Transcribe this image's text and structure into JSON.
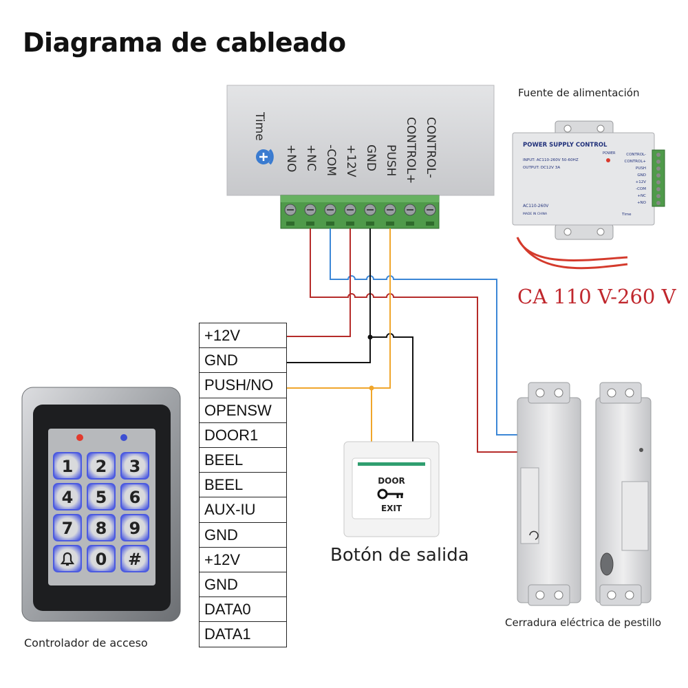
{
  "title": "Diagrama de cableado",
  "power_supply": {
    "caption": "Fuente de alimentación",
    "closeup_labels": [
      "Time",
      "+NO",
      "+NC",
      "-COM",
      "+12V",
      "GND",
      "PUSH",
      "CONTROL+",
      "CONTROL-"
    ],
    "photo_labels": {
      "header": "POWER SUPPLY CONTROL",
      "input": "INPUT: AC110-260V 50-60HZ",
      "output": "OUTPUT: DC12V 3A",
      "power": "POWER",
      "ac": "AC110-260V",
      "made": "MADE IN CHINA",
      "time": "Time",
      "terminals": [
        "CONTROL-",
        "CONTROL+",
        "PUSH",
        "GND",
        "+12V",
        "-COM",
        "+NC",
        "+NO"
      ]
    }
  },
  "ac_input_label": "CA 110 V-260 V",
  "access_controller": {
    "caption": "Controlador de acceso",
    "terminals": [
      "+12V",
      "GND",
      "PUSH/NO",
      "OPENSW",
      "DOOR1",
      "BEEL",
      "BEEL",
      "AUX-IU",
      "GND",
      "+12V",
      "GND",
      "DATA0",
      "DATA1"
    ],
    "keys": [
      "1",
      "2",
      "3",
      "4",
      "5",
      "6",
      "7",
      "8",
      "9",
      "bell",
      "0",
      "#"
    ]
  },
  "exit_button": {
    "caption": "Botón de salida",
    "text_top": "DOOR",
    "text_bottom": "EXIT"
  },
  "lock": {
    "caption": "Cerradura eléctrica de pestillo"
  },
  "colors": {
    "red_wire": "#b52a28",
    "blue_wire": "#3a86d6",
    "black_wire": "#111111",
    "orange_wire": "#f0a52a",
    "ac_text": "#c0272d",
    "terminal_green": "#4f9a4a"
  }
}
